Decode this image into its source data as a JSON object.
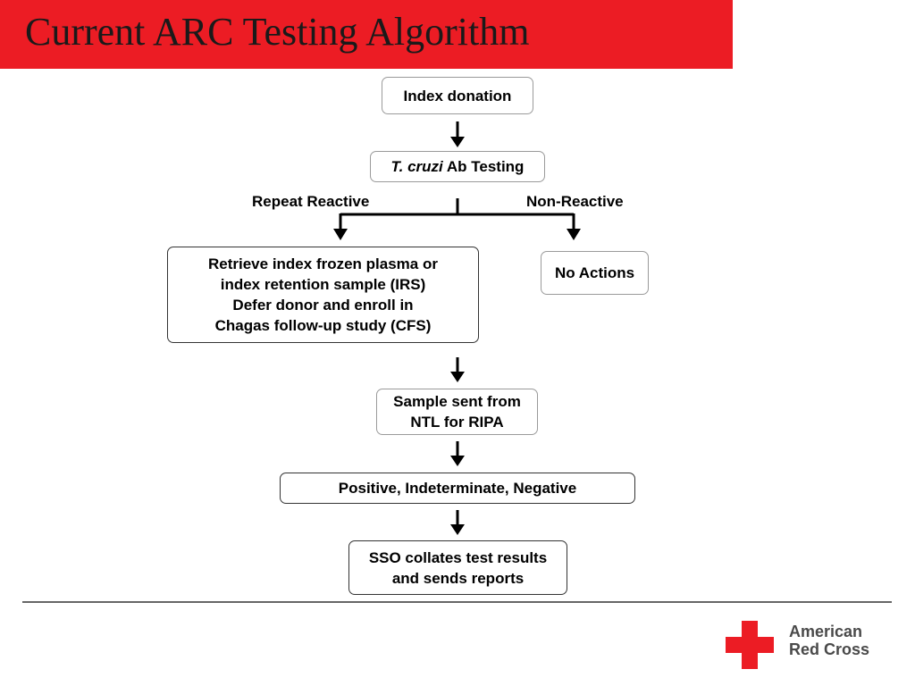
{
  "slide": {
    "title": "Current ARC Testing Algorithm"
  },
  "flowchart": {
    "index_donation": "Index donation",
    "ab_testing_italic": "T. cruzi",
    "ab_testing_rest": " Ab Testing",
    "repeat_reactive_label": "Repeat Reactive",
    "non_reactive_label": "Non-Reactive",
    "retrieve": {
      "line1": "Retrieve index frozen plasma or",
      "line2": "index retention sample (IRS)",
      "line3": "Defer donor and enroll in",
      "line4": "Chagas follow-up study (CFS)"
    },
    "no_actions": "No Actions",
    "sample_sent": {
      "line1": "Sample sent from",
      "line2": "NTL for RIPA"
    },
    "results": "Positive, Indeterminate, Negative",
    "sso": {
      "line1": "SSO collates test results",
      "line2": "and sends reports"
    }
  },
  "logo": {
    "line1": "American",
    "line2": "Red Cross"
  },
  "colors": {
    "brand_red": "#ec1c24",
    "text": "#000000"
  }
}
